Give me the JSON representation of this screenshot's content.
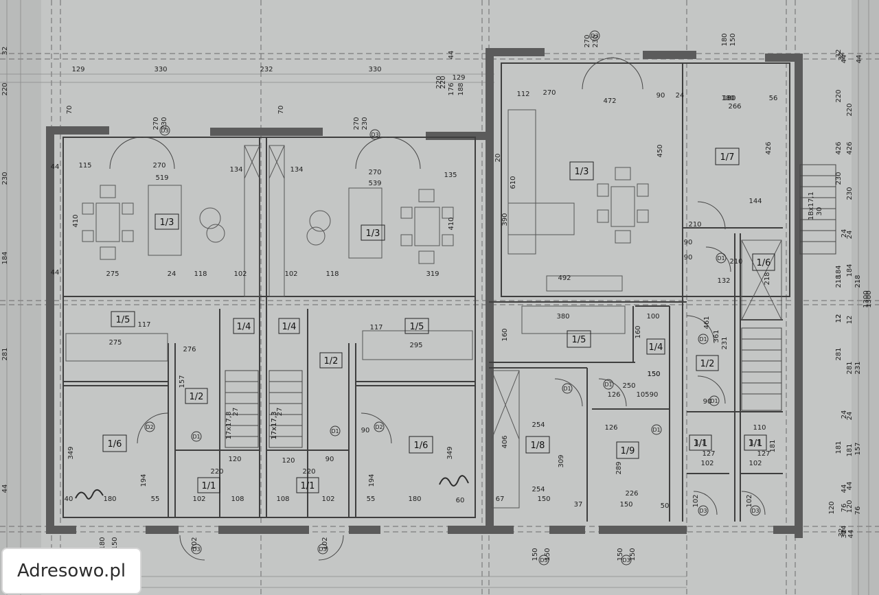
{
  "watermark": "Adresowo.pl",
  "rooms": [
    {
      "label": "1/3"
    },
    {
      "label": "1/3"
    },
    {
      "label": "1/3"
    },
    {
      "label": "1/7"
    },
    {
      "label": "1/5"
    },
    {
      "label": "1/4"
    },
    {
      "label": "1/4"
    },
    {
      "label": "1/2"
    },
    {
      "label": "1/5"
    },
    {
      "label": "1/5"
    },
    {
      "label": "1/4"
    },
    {
      "label": "1/2"
    },
    {
      "label": "1/6"
    },
    {
      "label": "1/2"
    },
    {
      "label": "1/6"
    },
    {
      "label": "1/6"
    },
    {
      "label": "1/8"
    },
    {
      "label": "1/9"
    },
    {
      "label": "1/1"
    },
    {
      "label": "1/1"
    },
    {
      "label": "1/1"
    },
    {
      "label": "1/1"
    }
  ],
  "dims_h": [
    "129",
    "330",
    "232",
    "330",
    "129",
    "270",
    "472",
    "180",
    "266",
    "115",
    "270",
    "134",
    "134",
    "270",
    "135",
    "519",
    "539",
    "275",
    "24",
    "118",
    "102",
    "102",
    "118",
    "319",
    "492",
    "132",
    "144",
    "275",
    "117",
    "117",
    "295",
    "380",
    "276",
    "100",
    "150",
    "126",
    "250",
    "105",
    "90",
    "90",
    "220",
    "120",
    "102",
    "108",
    "108",
    "120",
    "220",
    "102",
    "90",
    "90",
    "254",
    "254",
    "126",
    "226",
    "180",
    "40",
    "55",
    "55",
    "180",
    "60",
    "67",
    "150",
    "37",
    "150",
    "50",
    "102",
    "102",
    "127",
    "127",
    "110",
    "90",
    "90",
    "210",
    "210",
    "150",
    "180",
    "112",
    "90",
    "24",
    "44",
    "44",
    "56",
    "1/1",
    "1/1"
  ],
  "dims_v": [
    "70",
    "270",
    "230",
    "70",
    "270",
    "230",
    "270",
    "230",
    "180",
    "150",
    "44",
    "220",
    "176",
    "188",
    "220",
    "410",
    "410",
    "390",
    "610",
    "426",
    "450",
    "349",
    "349",
    "194",
    "194",
    "406",
    "309",
    "289",
    "218",
    "361",
    "461",
    "231",
    "157",
    "181",
    "120",
    "76",
    "44",
    "32",
    "44",
    "220",
    "426",
    "230",
    "24",
    "184",
    "218",
    "12",
    "281",
    "24",
    "12",
    "181",
    "44",
    "32",
    "32",
    "220",
    "230",
    "184",
    "281",
    "44",
    "20",
    "1300",
    "160",
    "160",
    "17x17,8",
    "17x17,3",
    "17x17,3",
    "1Bx17,1",
    "30",
    "27",
    "27",
    "102",
    "102",
    "102",
    "102",
    "150",
    "150",
    "150",
    "150",
    "180",
    "150"
  ],
  "door_marks": [
    "D3",
    "D3",
    "D3",
    "D1",
    "D1",
    "D1",
    "D1",
    "D1",
    "D1",
    "D1",
    "D1",
    "D2",
    "D2",
    "D3",
    "D3",
    "D3",
    "D3",
    "D3",
    "D3"
  ],
  "right_dims": [
    "32",
    "44",
    "220",
    "426",
    "230",
    "24",
    "184",
    "218",
    "12",
    "281",
    "231",
    "24",
    "181",
    "157",
    "44",
    "120",
    "76",
    "32",
    "44",
    "1300"
  ]
}
